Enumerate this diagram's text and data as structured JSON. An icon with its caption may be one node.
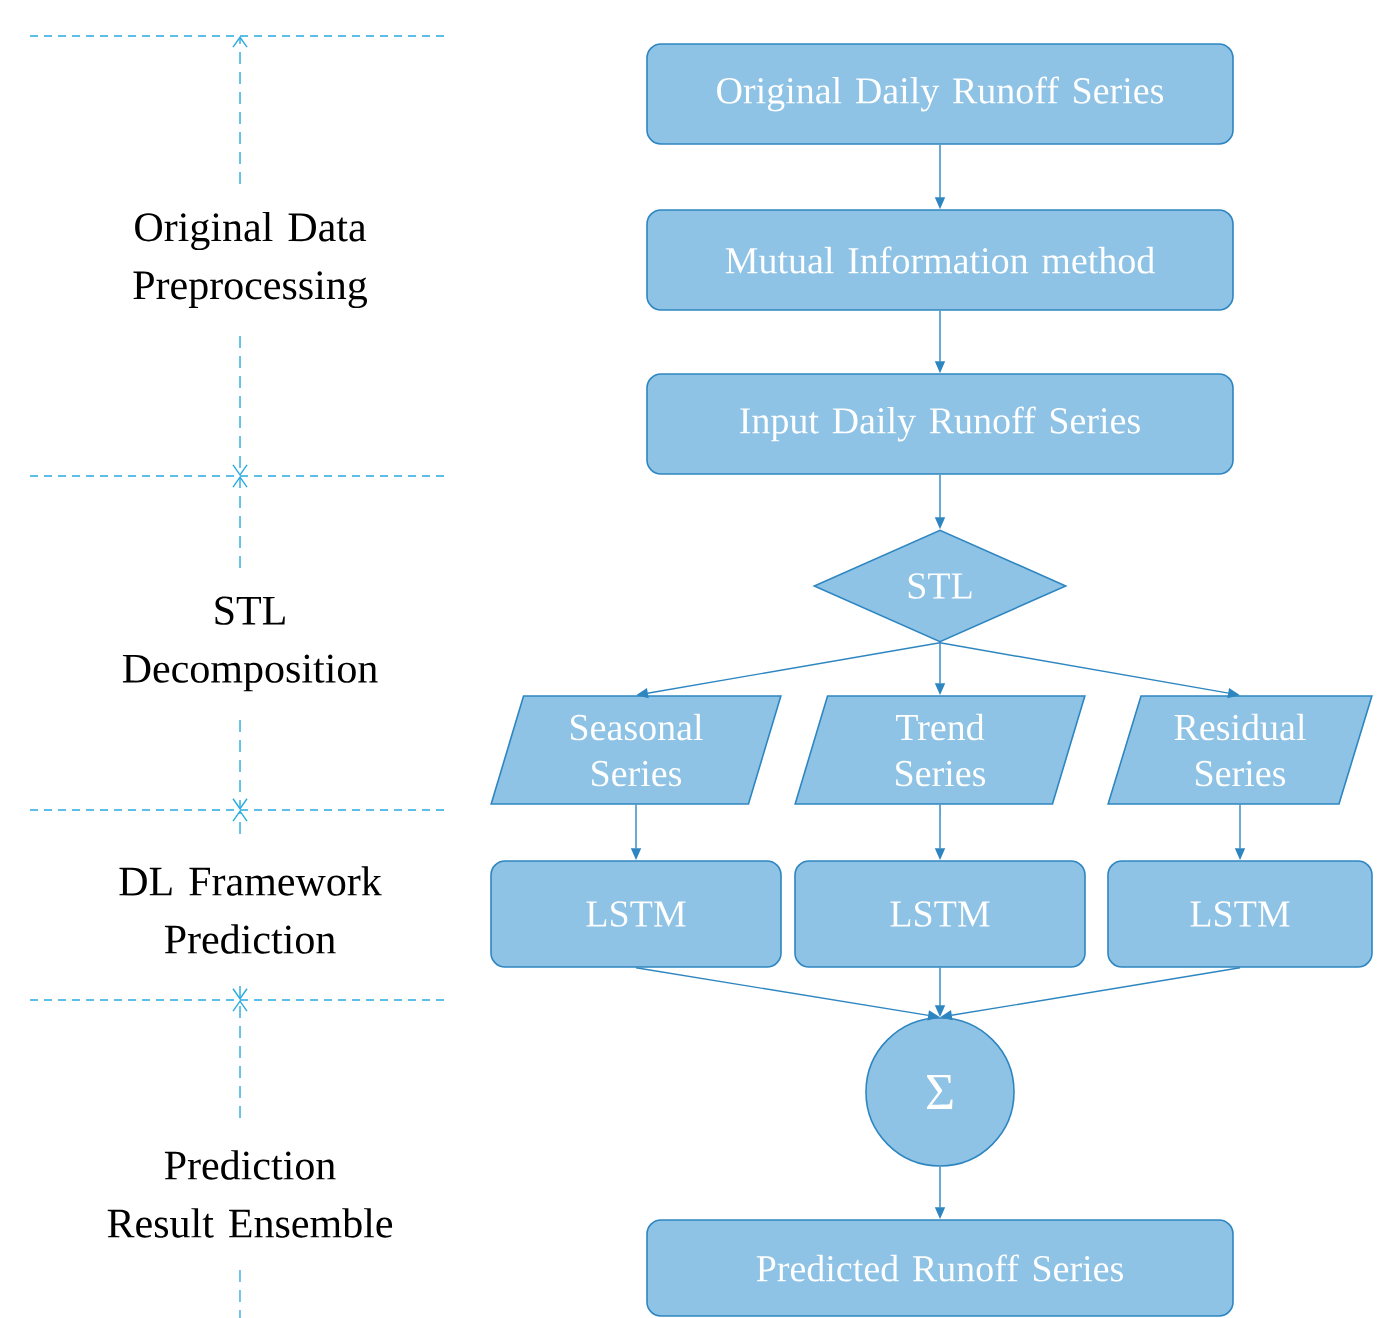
{
  "diagram": {
    "nodes": [
      {
        "text": [
          "Original Daily Runoff Series"
        ]
      },
      {
        "text": [
          "Mutual Information method"
        ]
      },
      {
        "text": [
          "Input Daily Runoff Series"
        ]
      },
      {
        "text": [
          "STL"
        ]
      },
      {
        "text": [
          "Seasonal Series"
        ]
      },
      {
        "text": [
          "Trend Series"
        ]
      },
      {
        "text": [
          "Residual Series"
        ]
      },
      {
        "text": [
          "LSTM"
        ]
      },
      {
        "text": [
          "LSTM"
        ]
      },
      {
        "text": [
          "LSTM"
        ]
      },
      {
        "text": [
          "Σ"
        ]
      },
      {
        "text": [
          "Predicted Runoff Series"
        ]
      }
    ],
    "edges": [
      {
        "from": 0,
        "to": 1,
        "arrow": "to"
      },
      {
        "from": 1,
        "to": 2,
        "arrow": "to"
      },
      {
        "from": 2,
        "to": 3,
        "arrow": "to"
      },
      {
        "from": 3,
        "to": 4,
        "arrow": "to"
      },
      {
        "from": 3,
        "to": 5,
        "arrow": "to"
      },
      {
        "from": 3,
        "to": 6,
        "arrow": "to"
      },
      {
        "from": 4,
        "to": 7,
        "arrow": "to"
      },
      {
        "from": 5,
        "to": 8,
        "arrow": "to"
      },
      {
        "from": 6,
        "to": 9,
        "arrow": "to"
      },
      {
        "from": 7,
        "to": 10,
        "arrow": "to"
      },
      {
        "from": 8,
        "to": 10,
        "arrow": "to"
      },
      {
        "from": 9,
        "to": 10,
        "arrow": "to"
      },
      {
        "from": 10,
        "to": 11,
        "arrow": "to"
      }
    ],
    "labels": [
      "Original Data Preprocessing",
      "STL Decomposition",
      "DL Framework Prediction",
      "Prediction Result Ensemble"
    ]
  }
}
